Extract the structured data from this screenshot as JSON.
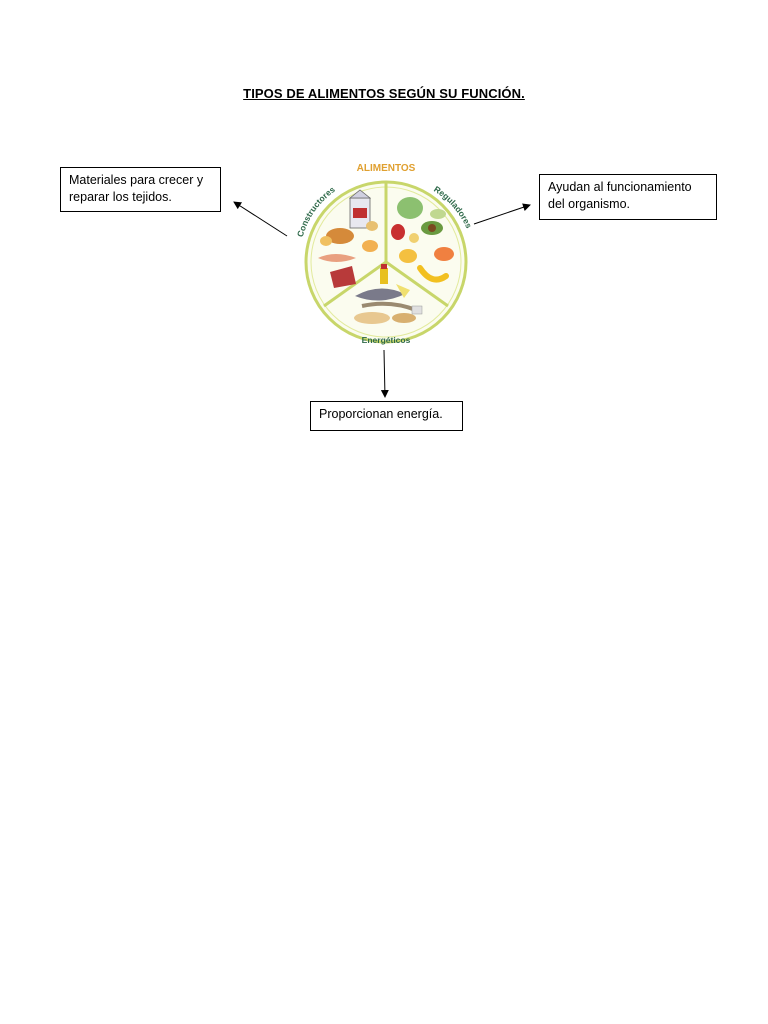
{
  "title": "TIPOS DE ALIMENTOS SEGÚN SU FUNCIÓN.",
  "wheel": {
    "header": "ALIMENTOS",
    "sections": [
      {
        "label": "Constructores"
      },
      {
        "label": "Reguladores"
      },
      {
        "label": "Energéticos"
      }
    ],
    "colors": {
      "rim": "#c8d66a",
      "header": "#e0a030",
      "label": "#2f6a4a"
    }
  },
  "boxes": {
    "left": "Materiales para crecer y reparar los tejidos.",
    "right": "Ayudan al funcionamiento del organismo.",
    "bottom": "Proporcionan energía."
  }
}
